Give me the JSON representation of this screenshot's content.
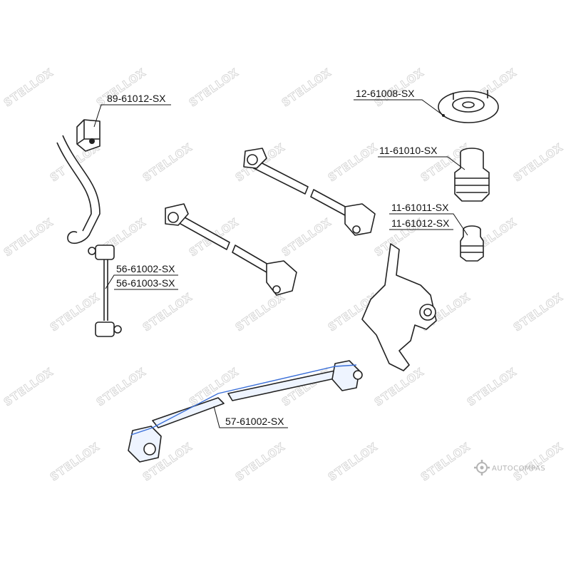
{
  "watermark": {
    "brand": "STELLOX"
  },
  "labels": {
    "stabilizer_bushing": "89-61012-SX",
    "strut_mount": "12-61008-SX",
    "dust_boot": "11-61010-SX",
    "bump_stop_a": "11-61011-SX",
    "bump_stop_b": "11-61012-SX",
    "stabilizer_link_a": "56-61002-SX",
    "stabilizer_link_b": "56-61003-SX",
    "trailing_arm": "57-61002-SX"
  },
  "corner_logo": {
    "text": "AUTOCOMPAS",
    "icon": "gear-icon"
  },
  "colors": {
    "highlight": "#3a6fd8",
    "line": "#222222",
    "watermark": "#d6d6d6"
  }
}
